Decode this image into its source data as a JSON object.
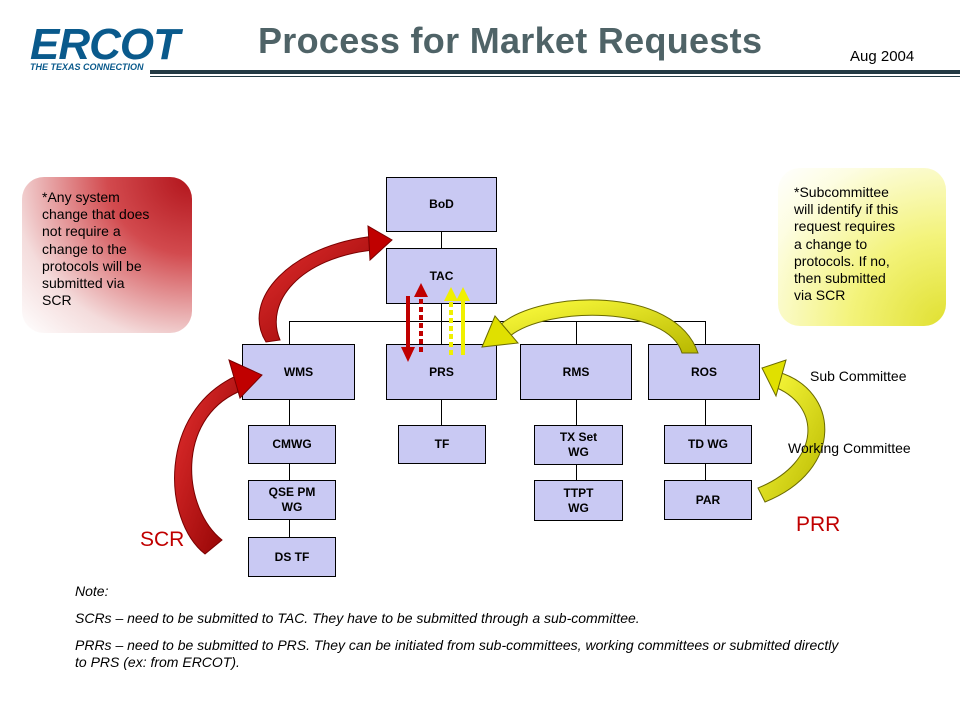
{
  "header": {
    "logo_text": "ERCOT",
    "logo_subtext": "THE TEXAS CONNECTION",
    "title": "Process for Market Requests",
    "date": "Aug 2004"
  },
  "org_chart": {
    "bod": "BoD",
    "tac": "TAC",
    "subcommittees": [
      "WMS",
      "PRS",
      "RMS",
      "ROS"
    ],
    "working_groups": {
      "wms": [
        "CMWG",
        "QSE PM\nWG",
        "DS TF"
      ],
      "prs": [
        "TF"
      ],
      "rms": [
        "TX Set\nWG",
        "TTPT\nWG"
      ],
      "ros": [
        "TD WG",
        "PAR"
      ]
    }
  },
  "callouts": {
    "red_note": "*Any system\nchange that does\nnot require a\nchange to the\nprotocols will be\nsubmitted via\nSCR",
    "yellow_note": "*Subcommittee\nwill identify if this\nrequest requires\na change to\nprotocols.  If no,\nthen submitted\nvia SCR"
  },
  "labels": {
    "sub_committee": "Sub Committee",
    "working_committee": "Working Committee",
    "scr": "SCR",
    "prr": "PRR"
  },
  "notes": {
    "heading": "Note:",
    "scr_note": "SCRs – need to be submitted to TAC. They have to be submitted through a sub-committee.",
    "prr_note": "PRRs – need to be submitted to PRS. They can be initiated from sub-committees, working committees or submitted directly to PRS (ex: from ERCOT)."
  },
  "colors": {
    "box_fill": "#c9c9f3",
    "scr_arrow": "#c00000",
    "prr_arrow": "#e6e600",
    "title": "#4f6367"
  }
}
